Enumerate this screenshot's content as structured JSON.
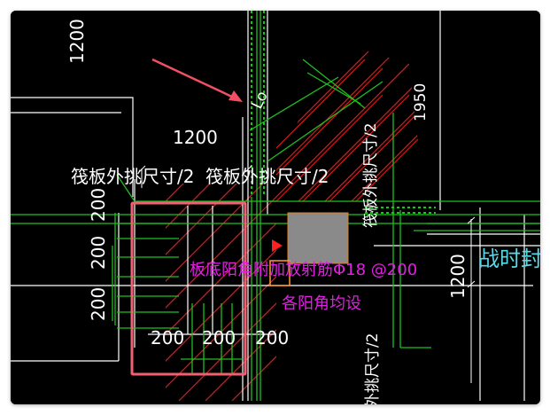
{
  "colors": {
    "background": "#000000",
    "frame": "#ffffff",
    "hatch": "#e02020",
    "highlight_box": "#f06070",
    "arrow": "#f05060",
    "green_line": "#20c020",
    "magenta_text": "#e020e0",
    "cyan_text": "#5ad8e6",
    "white": "#ffffff",
    "grey_block": "#8a8a8a"
  },
  "dimensions": {
    "top_left_vertical": "1200",
    "top_horizontal": "1200",
    "right_top_vertical": "1950",
    "right_mid_vertical": "1200",
    "left_v_1": "200",
    "left_v_2": "200",
    "left_v_3": "200",
    "bottom_1": "200",
    "bottom_2": "200",
    "bottom_3": "200"
  },
  "labels": {
    "raft_half_left": "筏板外挑尺寸/2",
    "raft_half_mid": "筏板外挑尺寸/2",
    "raft_half_right": "筏板外挑尺寸/2",
    "raft_half_bottom": "外挑尺寸/2",
    "main_note": "板底阳角附加放射筋Φ18 @200",
    "sub_note": "各阳角均设",
    "right_cut": "战时封",
    "small_mark": "Lo"
  }
}
